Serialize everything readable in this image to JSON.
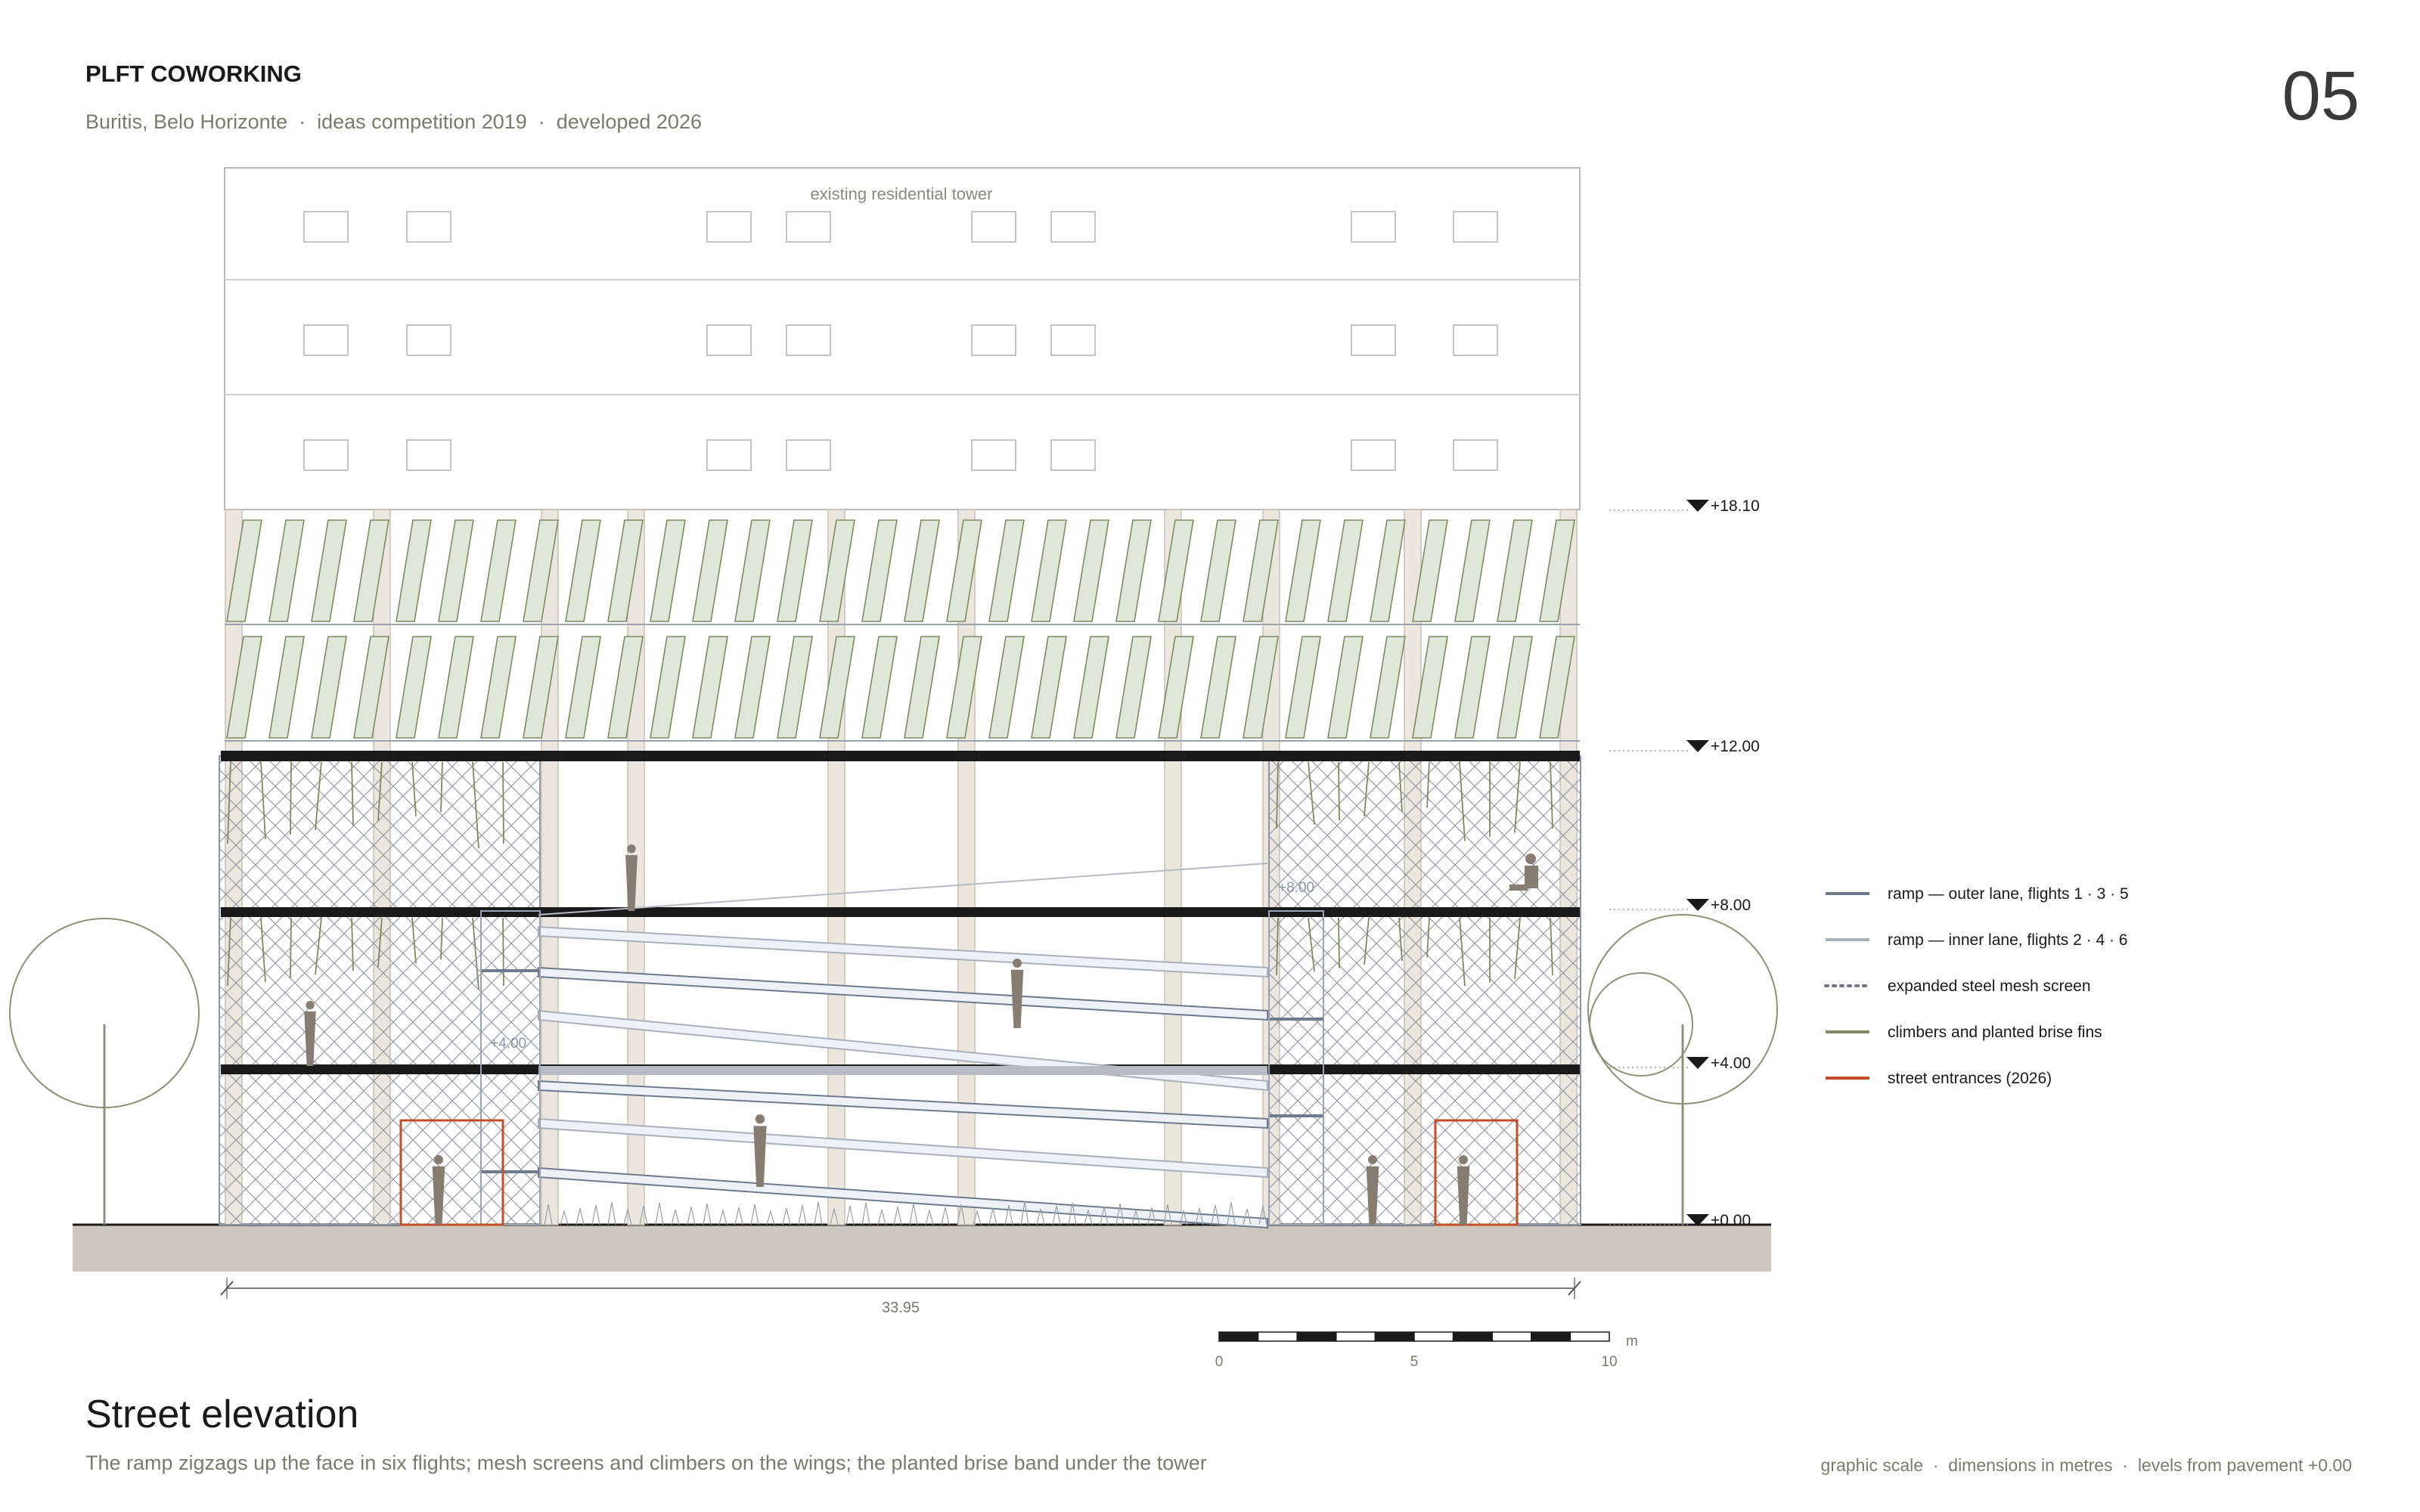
{
  "header": {
    "title": "PLFT COWORKING",
    "subtitle": "Buritis, Belo Horizonte  ·  ideas competition 2019  ·  developed 2026",
    "sheet_number": "05"
  },
  "elevation": {
    "tower_label": "existing residential tower",
    "levels": [
      "+18.10",
      "+12.00",
      "+8.00",
      "+4.00",
      "+0.00"
    ],
    "ramp_level_tags": [
      "+8.00",
      "+4.00"
    ],
    "overall_dimension": "33.95"
  },
  "legend": [
    {
      "label": "ramp — outer lane, flights 1 · 3 · 5",
      "color": "#6f7a8c",
      "style": "solid"
    },
    {
      "label": "ramp — inner lane, flights 2 · 4 · 6",
      "color": "#a9b0ba",
      "style": "solid"
    },
    {
      "label": "expanded steel mesh screen",
      "color": "#6f7480",
      "style": "dotted"
    },
    {
      "label": "climbers and planted brise fins",
      "color": "#7e8a63",
      "style": "solid"
    },
    {
      "label": "street entrances (2026)",
      "color": "#c0502a",
      "style": "solid"
    }
  ],
  "scale_bar": {
    "unit": "m",
    "ticks": [
      "0",
      "5",
      "10"
    ]
  },
  "footer": {
    "title": "Street elevation",
    "caption": "The ramp zigzags up the face in six flights; mesh screens and climbers on the wings; the planted brise band under the tower",
    "notes": "graphic scale  ·  dimensions in metres  ·  levels from pavement +0.00"
  },
  "colors": {
    "ink": "#1a1a1a",
    "grey_text": "#7a7a6e",
    "fin_fill": "#dfe8d8",
    "fin_stroke": "#7e8a63",
    "ground": "#cdc8bd",
    "entrance": "#c0502a",
    "figure": "#857c72"
  }
}
